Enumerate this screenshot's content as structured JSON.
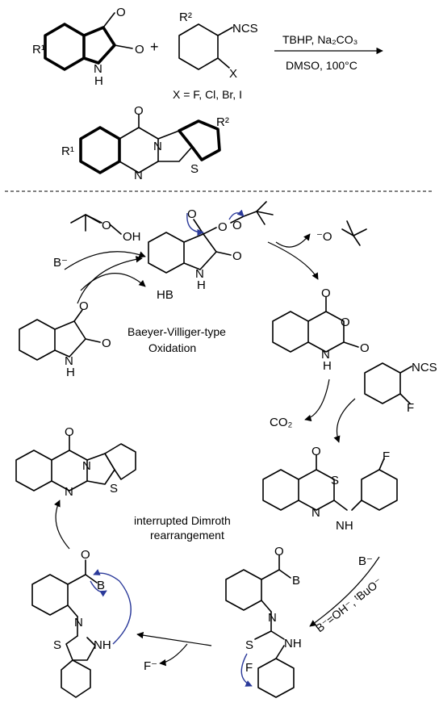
{
  "labels": {
    "r1_top": "R¹",
    "r2_top": "R²",
    "ncs_top": "NCS",
    "x_sub": "X",
    "plus": "+",
    "conditions_1": "TBHP, Na₂CO₃",
    "conditions_2": "DMSO, 100°C",
    "x_def": "X = F, Cl, Br, I",
    "prod_r1": "R¹",
    "prod_r2": "R²",
    "o": "O",
    "nh": "NH",
    "n": "N",
    "h": "H",
    "s": "S",
    "f": "F",
    "b": "B",
    "oh": "OH",
    "b_minus": "B⁻",
    "hb": "HB",
    "tbuo_minus": "⁻O",
    "baeyer_1": "Baeyer-Villiger-type",
    "baeyer_2": "Oxidation",
    "ncs_mech": "NCS",
    "co2": "CO₂",
    "dimroth_1": "interrupted Dimroth",
    "dimroth_2": "rearrangement",
    "b_def": "B⁻=OH⁻, ᵗBuO⁻",
    "f_minus": "F⁻"
  }
}
